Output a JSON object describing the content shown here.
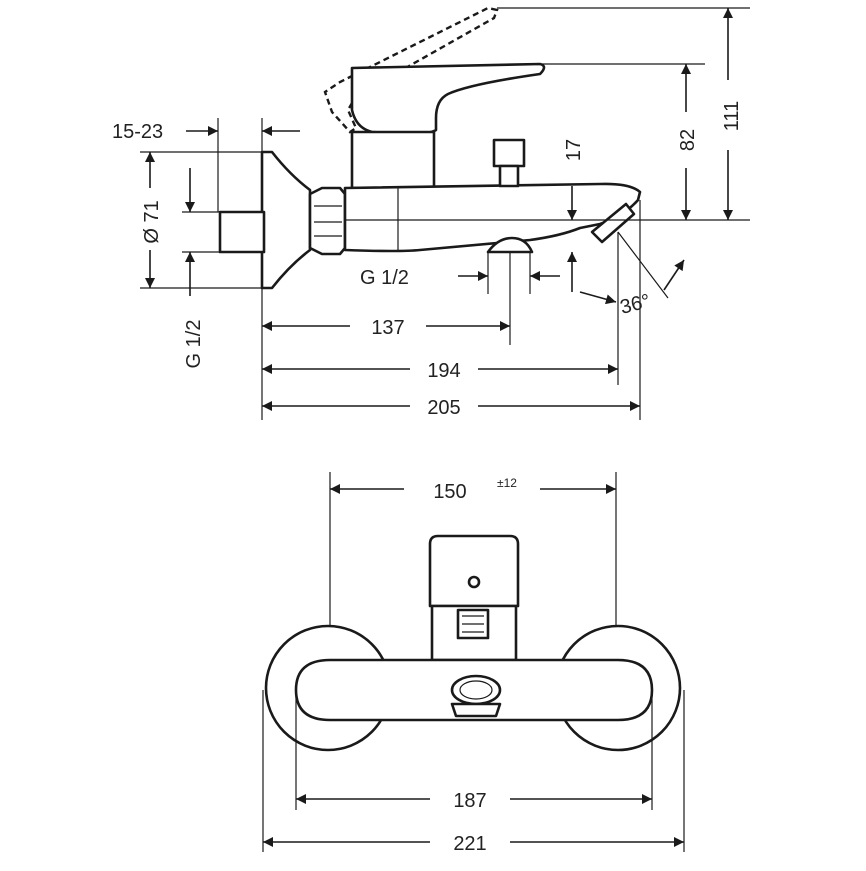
{
  "colors": {
    "line": "#1a1a1a",
    "background": "#ffffff"
  },
  "side_view": {
    "dim_wall_distance": "15-23",
    "dim_diameter": "Ø 71",
    "dim_inlet_thread": "G 1/2",
    "dim_outlet_thread": "G 1/2",
    "dim_spout_height": "17",
    "dim_handle_height": "82",
    "dim_total_height": "111",
    "dim_angle": "36°",
    "dim_137": "137",
    "dim_194": "194",
    "dim_205": "205"
  },
  "front_view": {
    "dim_centers": "150",
    "dim_centers_tolerance": "±12",
    "dim_187": "187",
    "dim_221": "221"
  }
}
